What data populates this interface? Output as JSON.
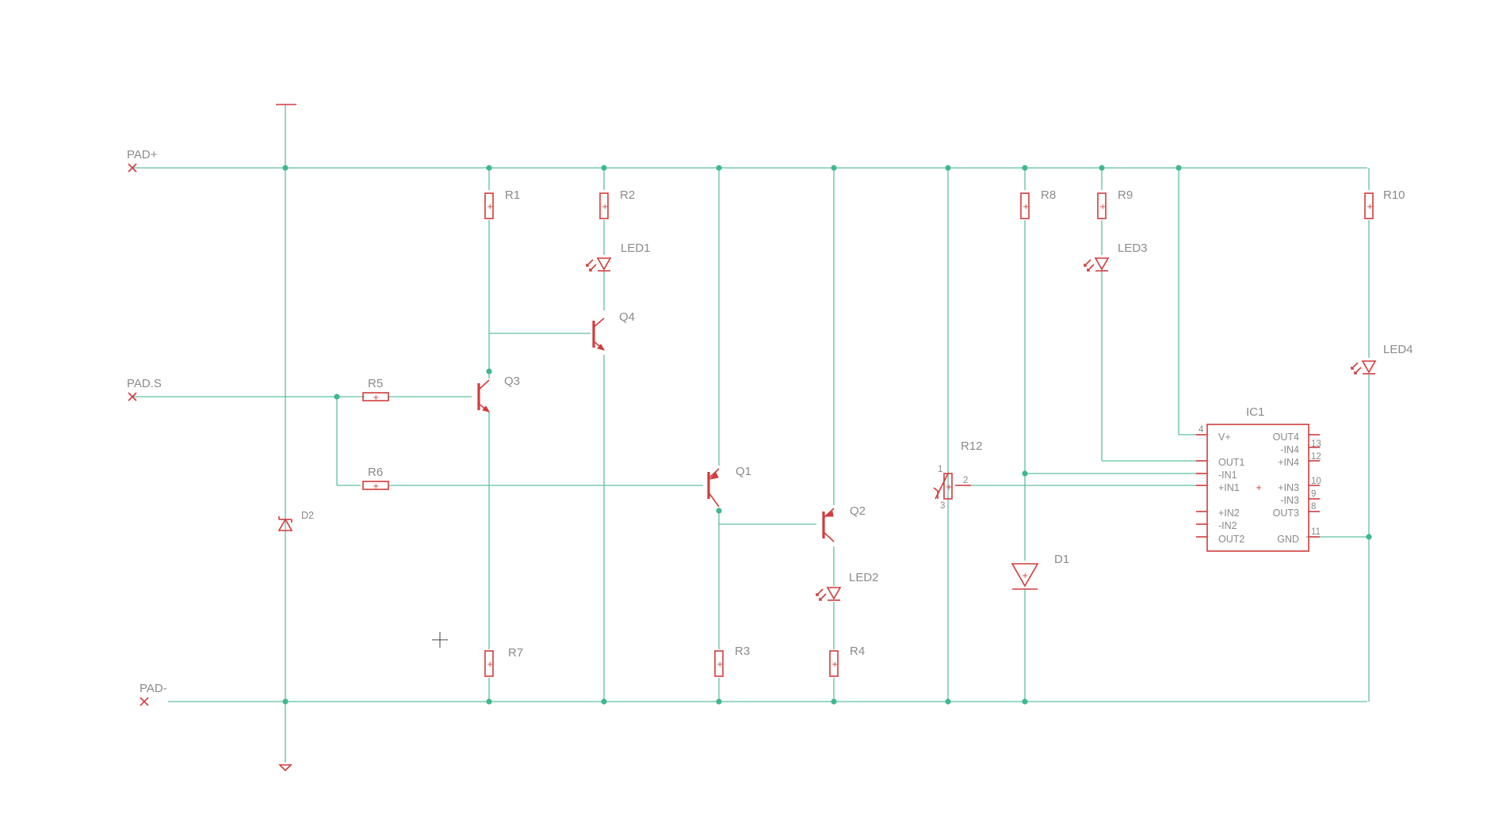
{
  "schematic": {
    "colors": {
      "wire": "#5fc0a0",
      "junction": "#3fb88f",
      "part": "#d23c3c",
      "label": "#8a8a8a"
    },
    "pads": {
      "plus": "PAD+",
      "signal": "PAD.S",
      "minus": "PAD-"
    },
    "resistors": {
      "r1": "R1",
      "r2": "R2",
      "r3": "R3",
      "r4": "R4",
      "r5": "R5",
      "r6": "R6",
      "r7": "R7",
      "r8": "R8",
      "r9": "R9",
      "r10": "R10"
    },
    "potentiometer": {
      "name": "R12",
      "pin_wiper": "2",
      "pin_top": "1",
      "pin_bottom": "3"
    },
    "leds": {
      "led1": "LED1",
      "led2": "LED2",
      "led3": "LED3",
      "led4": "LED4"
    },
    "transistors": {
      "q1": "Q1",
      "q2": "Q2",
      "q3": "Q3",
      "q4": "Q4"
    },
    "diodes": {
      "d1": "D1",
      "d2": "D2"
    },
    "ic": {
      "name": "IC1",
      "left_pins": [
        "V+",
        "OUT1",
        "-IN1",
        "+IN1",
        "+IN2",
        "-IN2",
        "OUT2"
      ],
      "right_pins": [
        "OUT4",
        "-IN4",
        "+IN4",
        "+IN3",
        "-IN3",
        "OUT3",
        "GND"
      ],
      "pin_numbers": {
        "vplus": "4",
        "out4": "13",
        "in4_plus": "12",
        "in3_plus": "10",
        "in3_minus": "9",
        "out3": "8",
        "gnd": "11"
      }
    }
  }
}
